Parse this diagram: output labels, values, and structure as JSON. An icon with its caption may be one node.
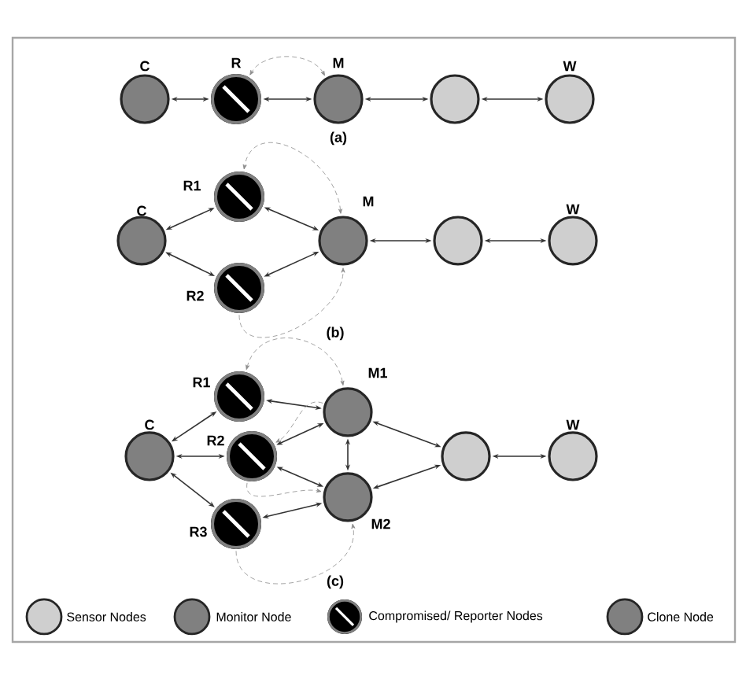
{
  "diagram": {
    "nodes": [
      {
        "text": [
          "C"
        ]
      },
      {
        "text": [
          "R"
        ]
      },
      {
        "text": [
          "M"
        ]
      },
      {
        "text": [],
        "shape": "circle"
      },
      {
        "text": [
          "W"
        ]
      },
      {
        "text": [
          "C"
        ]
      },
      {
        "text": [
          "R1"
        ]
      },
      {
        "text": [
          "R2"
        ]
      },
      {
        "text": [
          "M"
        ]
      },
      {
        "text": [],
        "shape": "circle"
      },
      {
        "text": [
          "W"
        ]
      },
      {
        "text": [
          "C"
        ]
      },
      {
        "text": [
          "R1"
        ]
      },
      {
        "text": [
          "R2"
        ]
      },
      {
        "text": [
          "R3"
        ]
      },
      {
        "text": [
          "M1"
        ]
      },
      {
        "text": [
          "M2"
        ]
      },
      {
        "text": [],
        "shape": "circle"
      },
      {
        "text": [
          "W"
        ]
      }
    ],
    "edges": [
      {
        "from": 0,
        "to": 1,
        "arrow": "both"
      },
      {
        "from": 1,
        "to": 2,
        "arrow": "both"
      },
      {
        "from": 2,
        "to": 3,
        "arrow": "both"
      },
      {
        "from": 3,
        "to": 4,
        "arrow": "both"
      },
      {
        "from": 2,
        "to": 1,
        "arrow": "both",
        "style": "dashed",
        "color": "#8c8c8c"
      },
      {
        "from": 5,
        "to": 6,
        "arrow": "both"
      },
      {
        "from": 5,
        "to": 7,
        "arrow": "both"
      },
      {
        "from": 6,
        "to": 8,
        "arrow": "both"
      },
      {
        "from": 7,
        "to": 8,
        "arrow": "both"
      },
      {
        "from": 8,
        "to": 9,
        "arrow": "both"
      },
      {
        "from": 9,
        "to": 10,
        "arrow": "both"
      },
      {
        "from": 8,
        "to": 6,
        "arrow": "both",
        "style": "dashed",
        "color": "#8c8c8c"
      },
      {
        "from": 7,
        "to": 8,
        "arrow": "to",
        "style": "dashed",
        "color": "#8c8c8c"
      },
      {
        "from": 11,
        "to": 12,
        "arrow": "both"
      },
      {
        "from": 11,
        "to": 13,
        "arrow": "both"
      },
      {
        "from": 11,
        "to": 14,
        "arrow": "both"
      },
      {
        "from": 12,
        "to": 15,
        "arrow": "both"
      },
      {
        "from": 13,
        "to": 15,
        "arrow": "both"
      },
      {
        "from": 13,
        "to": 16,
        "arrow": "both"
      },
      {
        "from": 14,
        "to": 16,
        "arrow": "both"
      },
      {
        "from": 15,
        "to": 16,
        "arrow": "both"
      },
      {
        "from": 15,
        "to": 17,
        "arrow": "both"
      },
      {
        "from": 16,
        "to": 17,
        "arrow": "both"
      },
      {
        "from": 17,
        "to": 18,
        "arrow": "both"
      },
      {
        "from": 15,
        "to": 12,
        "arrow": "both",
        "style": "dashed",
        "color": "#8c8c8c"
      },
      {
        "from": 15,
        "to": 13,
        "arrow": "to",
        "style": "dashed",
        "color": "#8c8c8c"
      },
      {
        "from": 13,
        "to": 16,
        "arrow": "to",
        "style": "dashed",
        "color": "#8c8c8c"
      },
      {
        "from": 14,
        "to": 16,
        "arrow": "to",
        "style": "dashed",
        "color": "#8c8c8c"
      }
    ],
    "labels": [
      "(a)",
      "(b)",
      "(c)"
    ],
    "legend": [
      {
        "text": "Sensor Nodes",
        "color": "#cfcfcf"
      },
      {
        "text": "Monitor Node",
        "color": "#808080"
      },
      {
        "text": "Compromised/ Reporter Nodes"
      },
      {
        "text": "Clone Node",
        "color": "#808080"
      }
    ]
  }
}
